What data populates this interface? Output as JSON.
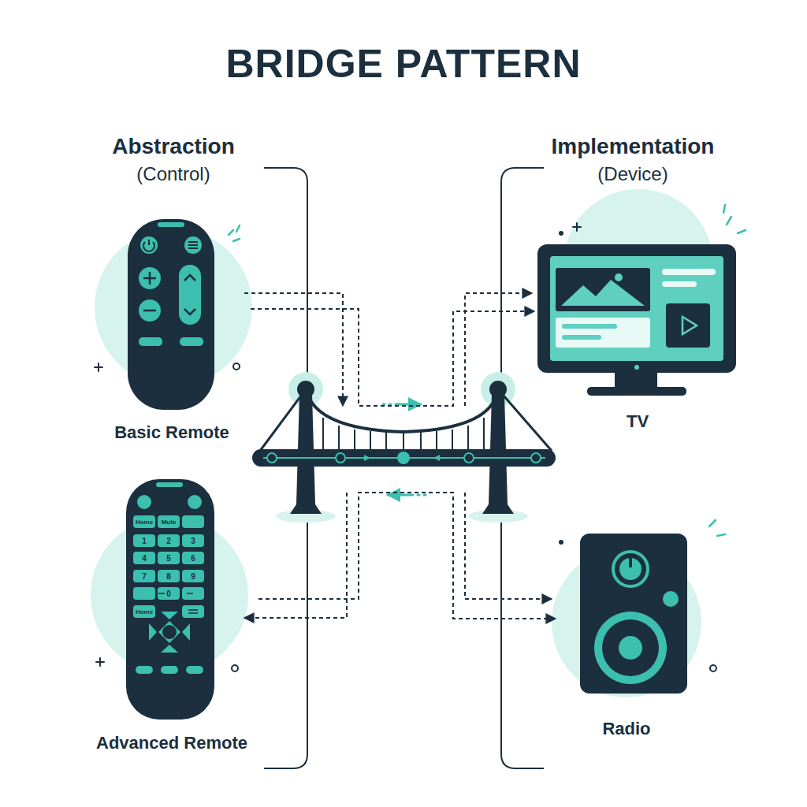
{
  "diagram": {
    "title": "BRIDGE PATTERN",
    "nodes": [
      {
        "text": [
          "Basic Remote"
        ]
      },
      {
        "text": [
          "TV"
        ]
      },
      {
        "text": [
          "Advanced Remote"
        ]
      },
      {
        "text": [
          "Radio"
        ]
      }
    ],
    "edges": [
      {
        "from": 0,
        "to": 1,
        "arrow": "to"
      },
      {
        "from": 2,
        "to": 3,
        "arrow": "to"
      }
    ],
    "labels": [
      "Abstraction",
      "(Control)",
      "Implementation",
      "(Device)",
      "Home",
      "Mute",
      "1",
      "2",
      "3",
      "4",
      "5",
      "6",
      "7",
      "8",
      "9",
      "0",
      "Home"
    ]
  }
}
